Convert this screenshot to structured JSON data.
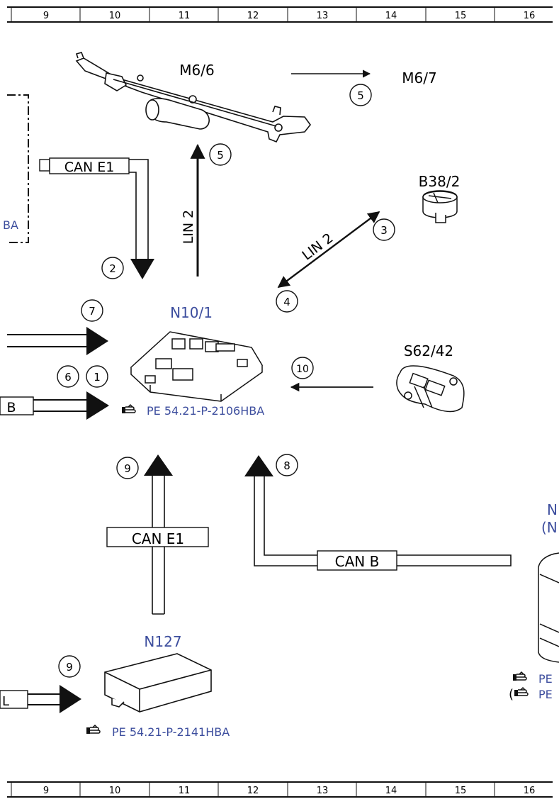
{
  "ruler": {
    "columns": [
      "9",
      "10",
      "11",
      "12",
      "13",
      "14",
      "15",
      "16"
    ]
  },
  "components": {
    "m6_6": "M6/6",
    "m6_7": "M6/7",
    "b38_2": "B38/2",
    "n10_1": "N10/1",
    "s62_42": "S62/42",
    "n127": "N127",
    "left_partial": "BA",
    "right_partial_1": "N",
    "right_partial_2": "(N"
  },
  "buses": {
    "can_e1_top": "CAN E1",
    "lin2_vertical": "LIN 2",
    "lin2_diagonal": "LIN 2",
    "can_e1_bottom": "CAN E1",
    "can_b": "CAN B",
    "left_b_stub": "B",
    "left_l_stub": "L"
  },
  "markers": {
    "m1": "1",
    "m2": "2",
    "m3": "3",
    "m4": "4",
    "m5a": "5",
    "m5b": "5",
    "m6": "6",
    "m7": "7",
    "m8": "8",
    "m9a": "9",
    "m9b": "9",
    "m10": "10"
  },
  "references": {
    "n10_1_ref": "PE 54.21-P-2106HBA",
    "n127_ref": "PE 54.21-P-2141HBA",
    "right_ref_1": "PE",
    "right_ref_2": "PE"
  },
  "colors": {
    "component_label": "#3d4e9e",
    "line": "#111111"
  },
  "icons": [
    "pointing-hand-icon",
    "arrow-icon"
  ]
}
